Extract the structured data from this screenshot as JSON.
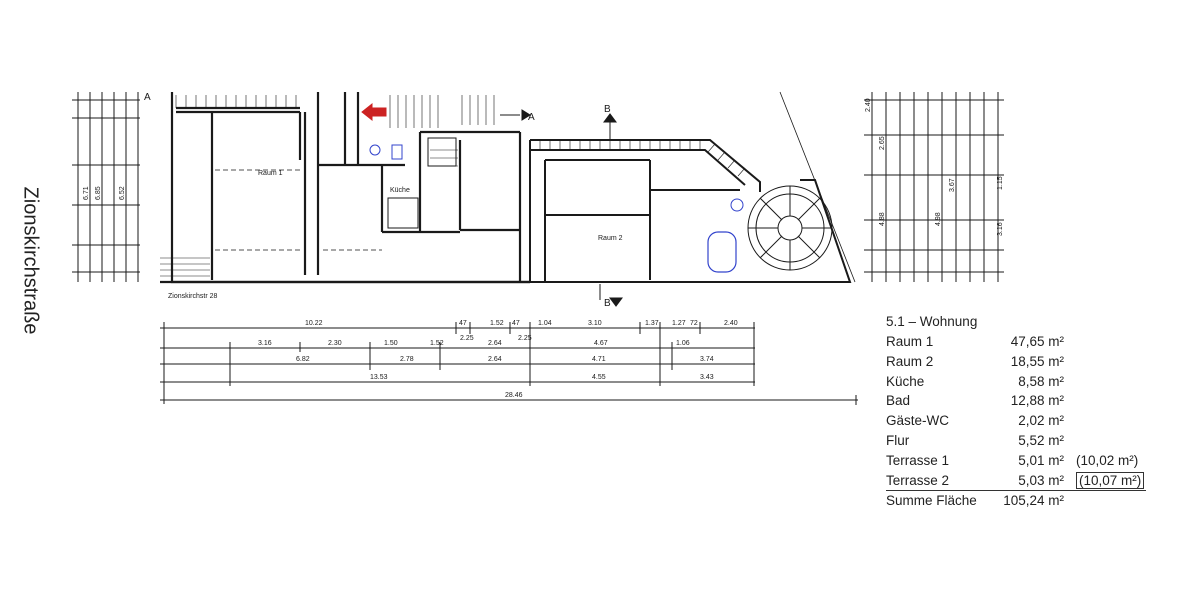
{
  "street": "Zionskirchstraße",
  "plan_labels": {
    "address": "Zionskirchstr 28",
    "section_a": "A",
    "section_b": "B",
    "room_1": "Raum 1",
    "room_2": "Raum 2",
    "kitchen": "Küche"
  },
  "unit": {
    "title": "5.1 – Wohnung",
    "rooms": [
      {
        "name": "Raum 1",
        "area": "47,65 m²",
        "extra": ""
      },
      {
        "name": "Raum 2",
        "area": "18,55 m²",
        "extra": ""
      },
      {
        "name": "Küche",
        "area": "8,58 m²",
        "extra": ""
      },
      {
        "name": "Bad",
        "area": "12,88 m²",
        "extra": ""
      },
      {
        "name": "Gäste-WC",
        "area": "2,02 m²",
        "extra": ""
      },
      {
        "name": "Flur",
        "area": "5,52 m²",
        "extra": ""
      },
      {
        "name": "Terrasse 1",
        "area": "5,01 m²",
        "extra": "(10,02 m²)"
      },
      {
        "name": "Terrasse 2",
        "area": "5,03 m²",
        "extra": "(10,07 m²)"
      }
    ],
    "total_label": "Summe Fläche",
    "total_area": "105,24 m²"
  },
  "dimension_lines": {
    "row_1": [
      "10.22",
      "47",
      "1.52",
      "47",
      "1.04",
      "3.10",
      "1.37",
      "1.27",
      "72",
      "2.40"
    ],
    "row_2": [
      "3.16",
      "2.30",
      "1.50",
      "1.52",
      "2.25",
      "2.64",
      "2.25",
      "4.67",
      "1.06"
    ],
    "row_3": [
      "6.82",
      "2.78",
      "2.64",
      "4.71",
      "3.74"
    ],
    "row_4": [
      "13.53",
      "4.55",
      "3.43"
    ],
    "total": "28.46"
  },
  "left_dimensions": [
    "6.85",
    "6.52",
    "6.71"
  ],
  "right_dimensions": [
    "2.40",
    "2.65",
    "3.67",
    "4.88",
    "4.98",
    "3.16",
    "1.15"
  ],
  "colors": {
    "line": "#1a1a1a",
    "accent_red": "#cc2222",
    "accent_blue": "#3344cc"
  }
}
